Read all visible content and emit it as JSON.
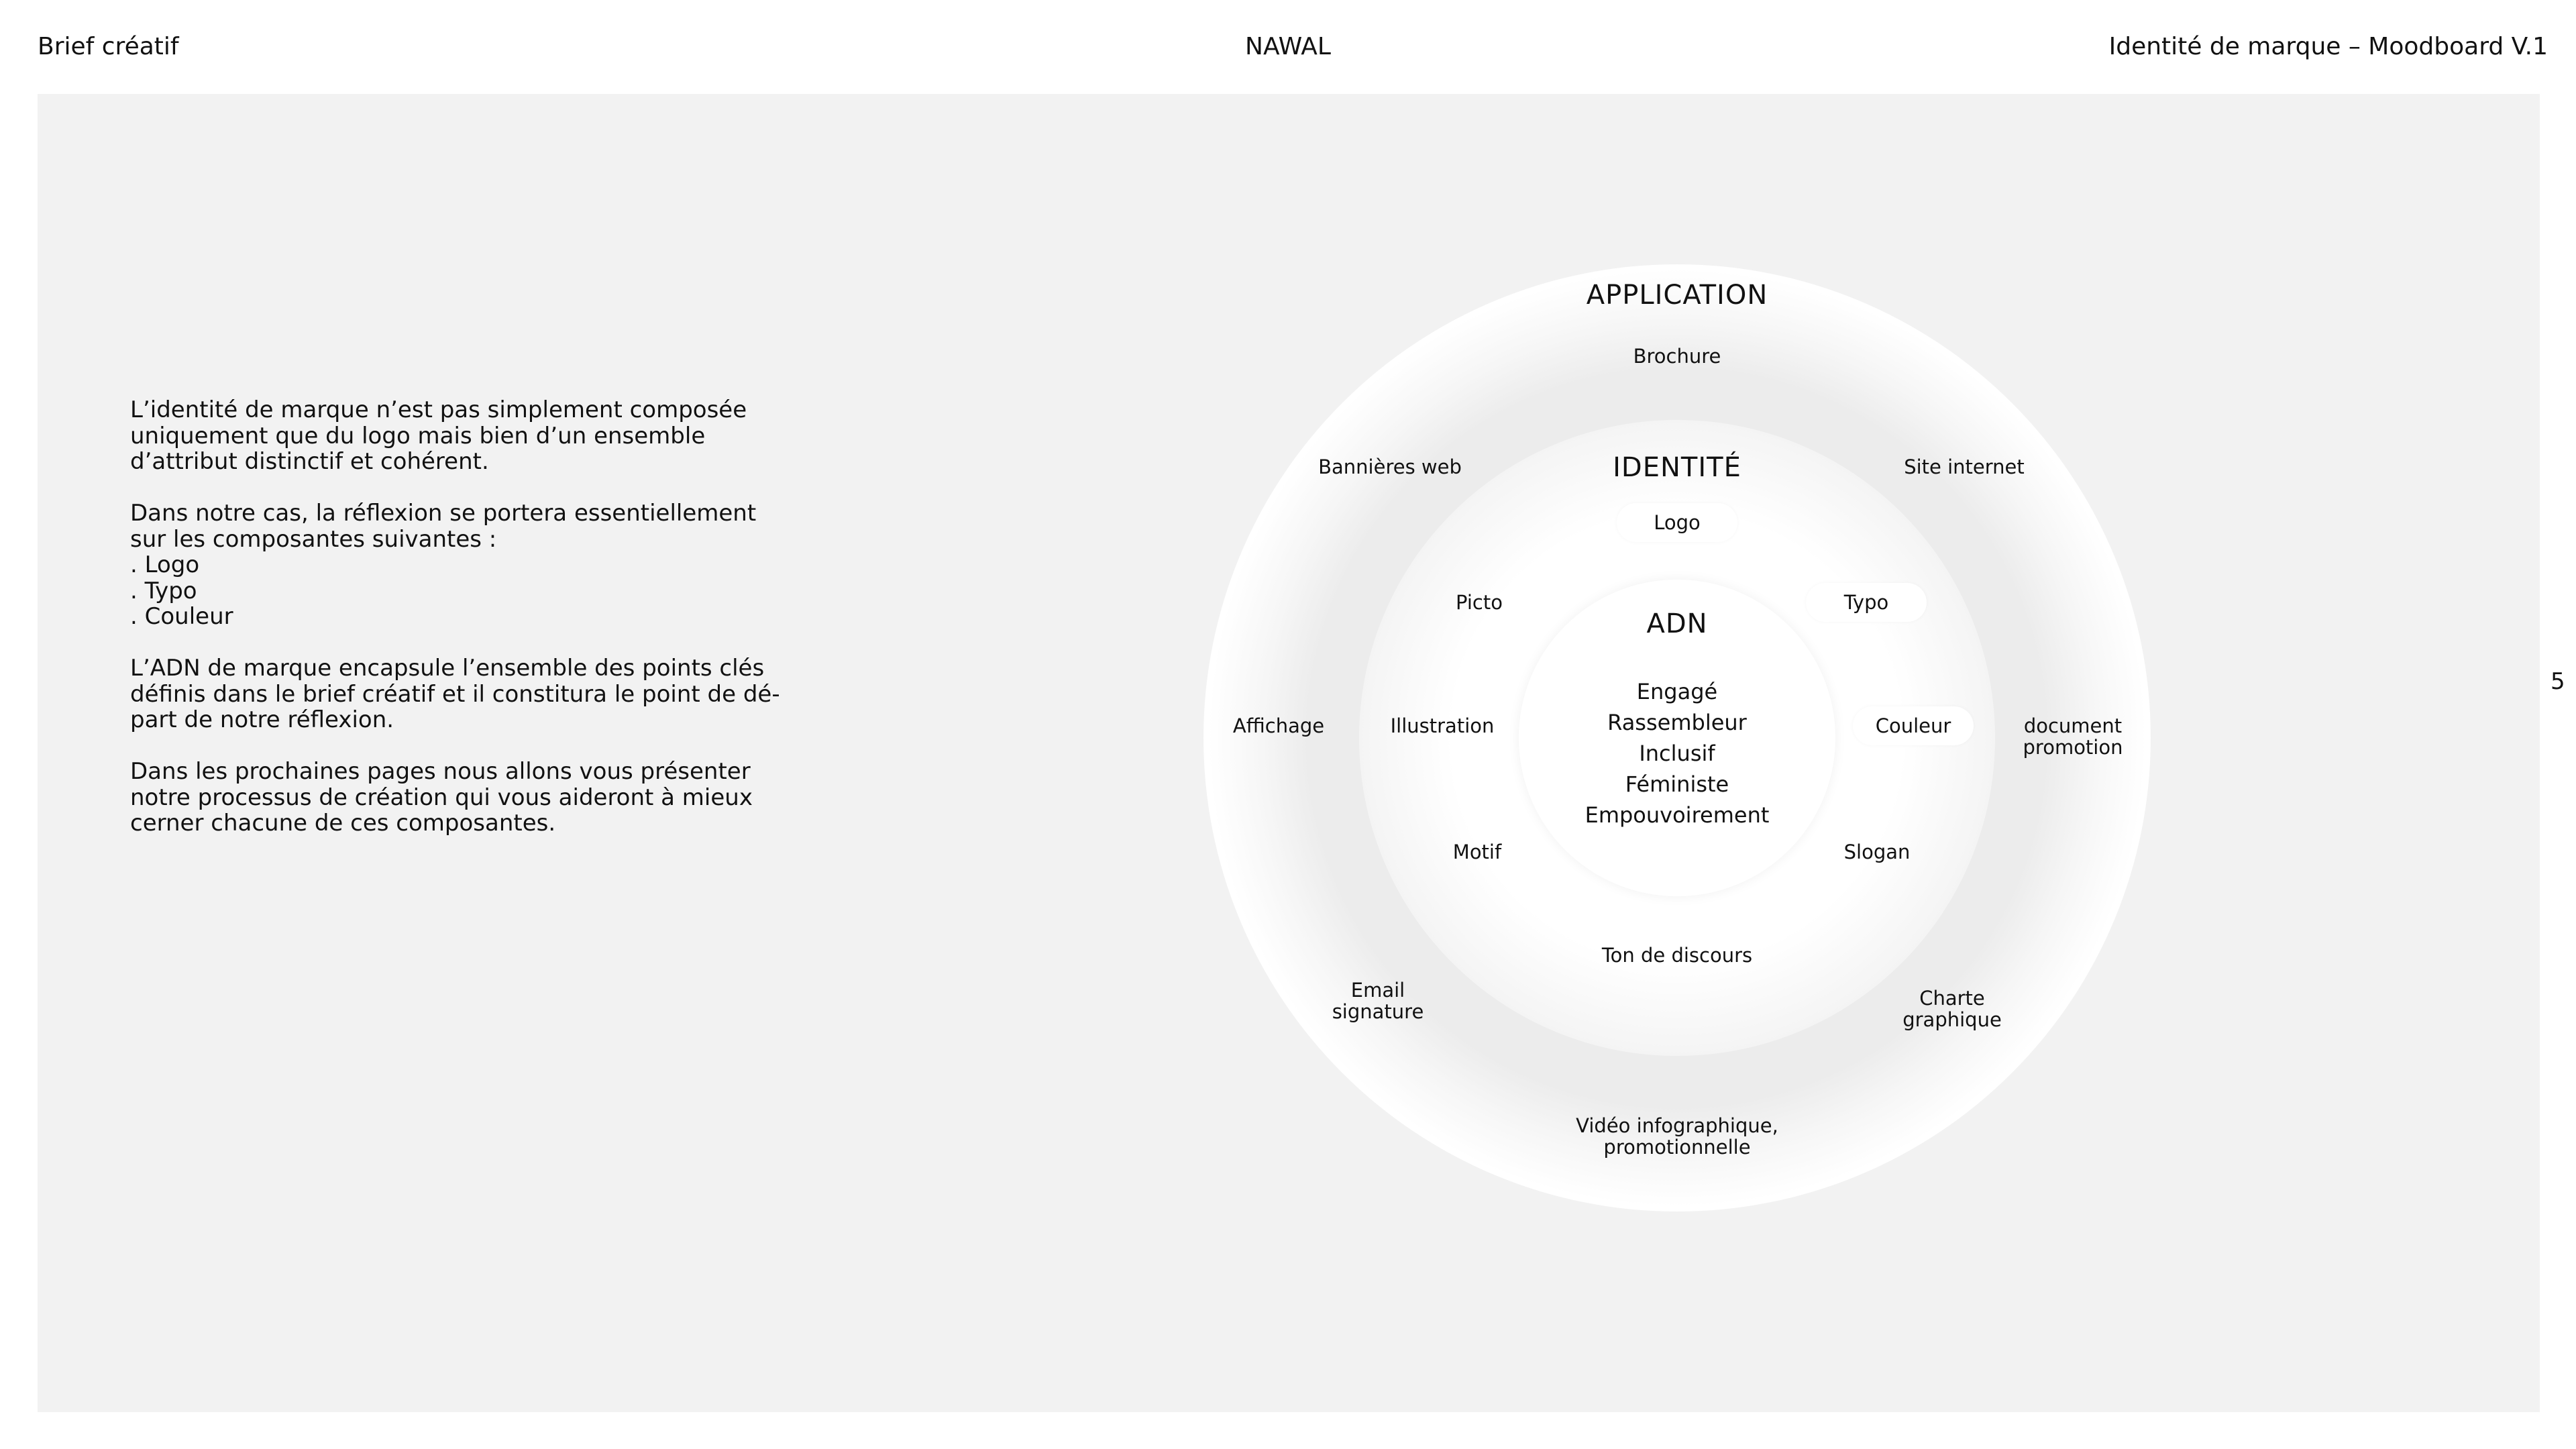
{
  "header": {
    "left": "Brief créatif",
    "center": "NAWAL",
    "right": "Identité de marque – Moodboard V.1"
  },
  "page_number": "5",
  "intro": {
    "paragraph1": "L’identité de marque n’est pas simplement composée uniquement que du logo mais bien d’un ensemble d’attribut distinctif et cohérent.",
    "paragraph2": "Dans notre cas, la réflexion se portera essentiellement sur les composantes suivantes :",
    "components": [
      ". Logo",
      ". Typo",
      ". Couleur"
    ],
    "paragraph3": "L’ADN de marque encapsule l’ensemble des points clés définis dans le brief créatif et il constitura le point de dé-part de notre réflexion.",
    "paragraph4": "Dans les prochaines pages nous allons vous présenter notre processus de création qui vous aideront à mieux cerner chacune de ces composantes."
  },
  "diagram": {
    "application": {
      "title": "APPLICATION",
      "items": {
        "brochure": "Brochure",
        "bannieres": "Bannières web",
        "site": "Site internet",
        "affichage": "Affichage",
        "document": "document\npromotion",
        "email": "Email\nsignature",
        "charte": "Charte\ngraphique",
        "video": "Vidéo infographique,\npromotionnelle"
      }
    },
    "identite": {
      "title": "IDENTITÉ",
      "items": {
        "logo": "Logo",
        "picto": "Picto",
        "typo": "Typo",
        "illustration": "Illustration",
        "couleur": "Couleur",
        "motif": "Motif",
        "slogan": "Slogan",
        "ton": "Ton de discours"
      }
    },
    "adn": {
      "title": "ADN",
      "values": [
        "Engagé",
        "Rassembleur",
        "Inclusif",
        "Féministe",
        "Empouvoirement"
      ]
    }
  }
}
